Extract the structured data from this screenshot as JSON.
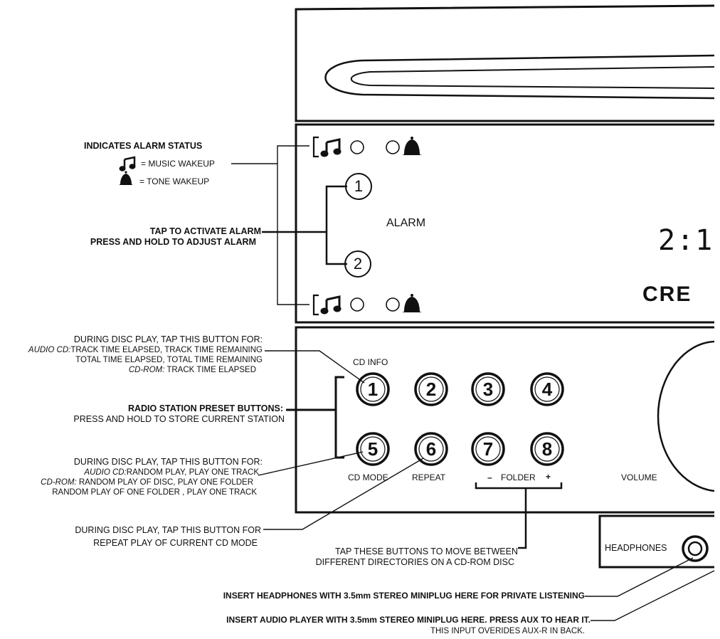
{
  "alarm_status": {
    "title": "INDICATES ALARM STATUS",
    "music": "= MUSIC WAKEUP",
    "tone": "= TONE WAKEUP"
  },
  "alarm_buttons": {
    "line1": "TAP TO ACTIVATE ALARM",
    "line2": "PRESS AND HOLD TO ADJUST ALARM",
    "panel_label": "ALARM",
    "button1": "1",
    "button2": "2",
    "clock_digits": "2:1",
    "brand_partial": "CRE"
  },
  "cd_info": {
    "line1": "DURING DISC PLAY, TAP THIS BUTTON FOR:",
    "line2_prefix": "AUDIO CD:",
    "line2_text": "TRACK TIME ELAPSED, TRACK TIME REMAINING",
    "line3": "TOTAL TIME ELAPSED, TOTAL TIME REMAINING",
    "line4_prefix": "CD-ROM:",
    "line4_text": " TRACK TIME ELAPSED",
    "button_label": "CD INFO"
  },
  "presets": {
    "title": "RADIO STATION PRESET BUTTONS:",
    "subtitle": "PRESS AND HOLD TO STORE CURRENT STATION",
    "buttons": [
      "1",
      "2",
      "3",
      "4",
      "5",
      "6",
      "7",
      "8"
    ]
  },
  "cd_mode": {
    "line1": "DURING DISC PLAY, TAP THIS BUTTON FOR:",
    "line2_prefix": "AUDIO CD:",
    "line2_text": "RANDOM PLAY, PLAY ONE TRACK",
    "line3_prefix": "CD-ROM:",
    "line3_text": " RANDOM PLAY OF DISC, PLAY ONE FOLDER",
    "line4": "RANDOM PLAY OF ONE FOLDER , PLAY ONE TRACK",
    "button_label": "CD MODE"
  },
  "repeat": {
    "line1": "DURING DISC PLAY, TAP THIS BUTTON FOR",
    "line2": "REPEAT PLAY OF CURRENT CD MODE",
    "button_label": "REPEAT"
  },
  "folder": {
    "minus": "–",
    "label": "FOLDER",
    "plus": "+",
    "line1": "TAP THESE BUTTONS TO MOVE BETWEEN",
    "line2": "DIFFERENT DIRECTORIES ON A CD-ROM DISC"
  },
  "volume_label": "VOLUME",
  "headphones": {
    "label": "HEADPHONES",
    "note": "INSERT HEADPHONES WITH 3.5mm STEREO MINIPLUG HERE FOR PRIVATE LISTENING"
  },
  "aux": {
    "note": "INSERT AUDIO PLAYER WITH 3.5mm STEREO MINIPLUG HERE. PRESS AUX TO HEAR IT.",
    "sub": "THIS INPUT OVERIDES AUX-R IN BACK."
  }
}
